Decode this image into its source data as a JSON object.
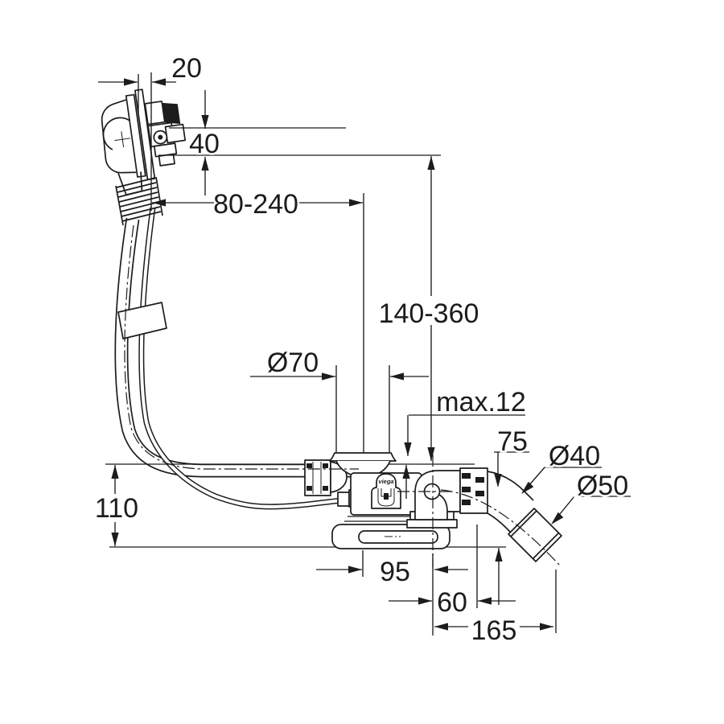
{
  "drawing": {
    "dims": {
      "width_20": "20",
      "height_40": "40",
      "range_80_240": "80-240",
      "range_140_360": "140-360",
      "dia_70": "Ø70",
      "max_12": "max.12",
      "height_75": "75",
      "dia_40": "Ø40",
      "dia_50": "Ø50",
      "height_110": "110",
      "width_95": "95",
      "width_60": "60",
      "width_165": "165"
    },
    "badge": {
      "brand": "viega"
    },
    "colors": {
      "line": "#1c1c1c",
      "background": "#ffffff"
    }
  }
}
